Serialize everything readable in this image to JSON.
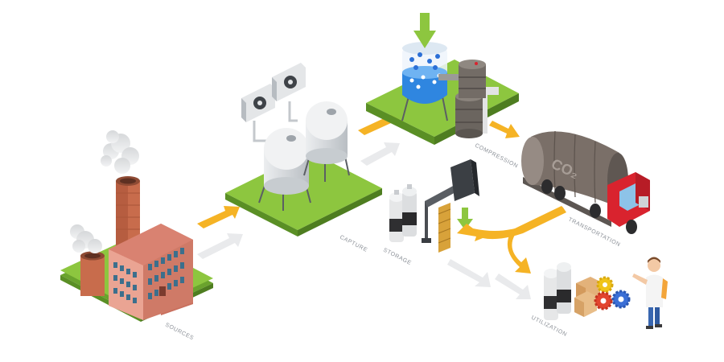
{
  "diagram": {
    "stages": [
      {
        "id": "sources",
        "label": "SOURCES"
      },
      {
        "id": "capture",
        "label": "CAPTURE"
      },
      {
        "id": "compression",
        "label": "COMPRESSION"
      },
      {
        "id": "transportation",
        "label": "TRANSPORTATION"
      },
      {
        "id": "storage",
        "label": "STORAGE"
      },
      {
        "id": "utilization",
        "label": "UTILIZATION"
      }
    ],
    "tanker_text": "CO₂",
    "colors": {
      "grass": "#8dc63f",
      "grass_side": "#6aa32d",
      "arrow": "#f5b325",
      "brick": "#e08a7a",
      "truck_red": "#d9232e",
      "water": "#3b8fe6",
      "tanker": "#7a6f68"
    },
    "icons": [
      "factory-icon",
      "chimney-icon",
      "silo-icon",
      "fan-icon",
      "reactor-icon",
      "barrel-icon",
      "pipe-icon",
      "tanker-truck-icon",
      "gas-cylinder-icon",
      "pump-icon",
      "gear-icon",
      "box-icon",
      "person-icon",
      "arrow-icon"
    ]
  }
}
